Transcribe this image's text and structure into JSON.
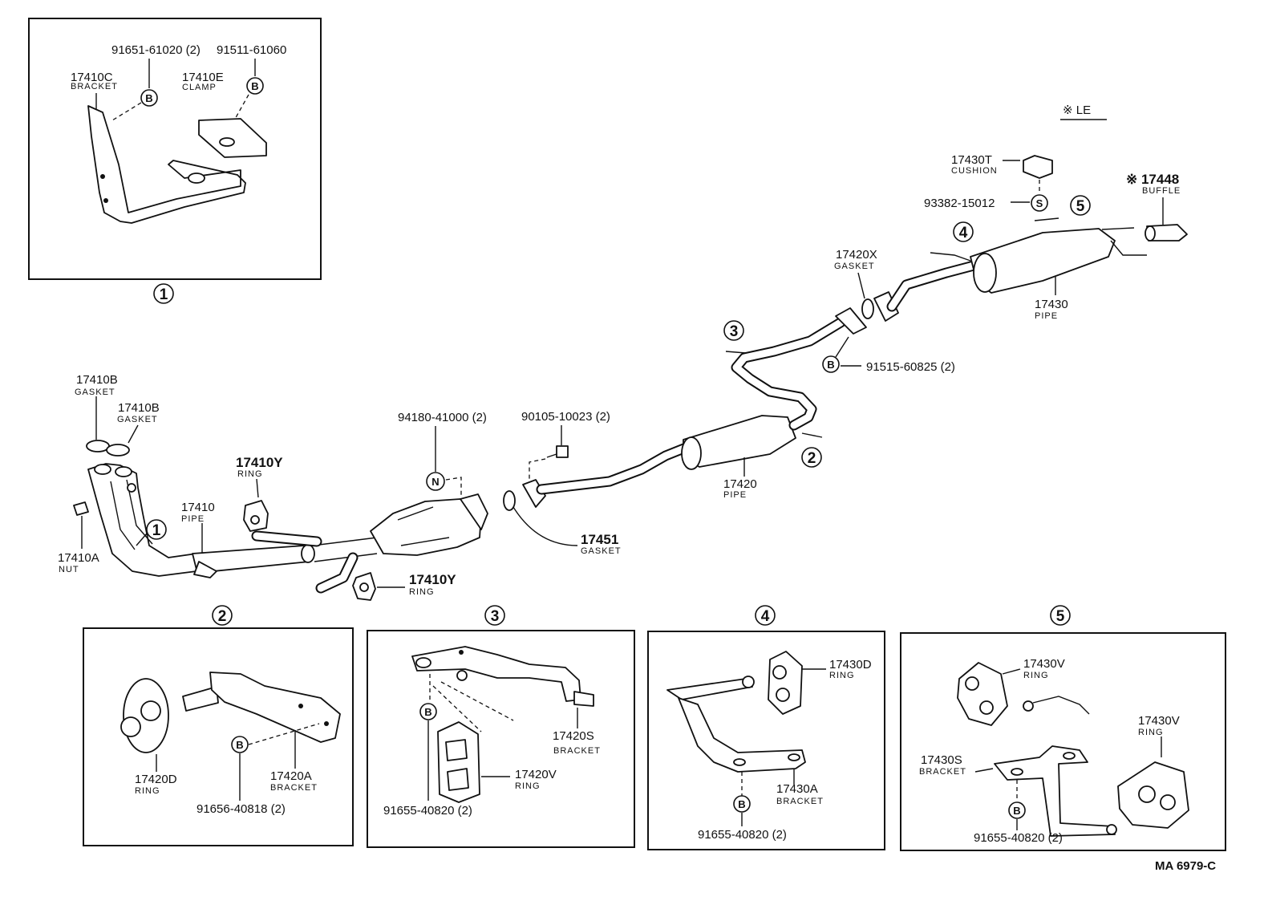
{
  "corner_label": "※ LE",
  "drawing_code": "MA  6979-C",
  "bolt_symbol": "B",
  "stud_symbol": "S",
  "nut_symbol": "N",
  "index": {
    "i1": "1",
    "i2": "2",
    "i3": "3",
    "i4": "4",
    "i5": "5"
  },
  "detail1": {
    "bolt_a": "91651-61020 (2)",
    "bolt_b": "91511-61060",
    "bracket_no": "17410C",
    "bracket_name": "BRACKET",
    "clamp_no": "17410E",
    "clamp_name": "CLAMP"
  },
  "main": {
    "gasket1_no": "17410B",
    "gasket1_name": "GASKET",
    "gasket2_no": "17410B",
    "gasket2_name": "GASKET",
    "ring_top_no": "17410Y",
    "ring_top_name": "RING",
    "pipe1_no": "17410",
    "pipe1_name": "PIPE",
    "nut_no": "17410A",
    "nut_name": "NUT",
    "ring_bottom_no": "17410Y",
    "ring_bottom_name": "RING",
    "nut_part": "94180-41000 (2)",
    "bolt_part": "90105-10023 (2)",
    "gasket3_no": "17451",
    "gasket3_name": "GASKET",
    "pipe2_no": "17420",
    "pipe2_name": "PIPE",
    "bolt_flange": "91515-60825 (2)",
    "gasket4_no": "17420X",
    "gasket4_name": "GASKET",
    "pipe3_no": "17430",
    "pipe3_name": "PIPE",
    "cushion_no": "17430T",
    "cushion_name": "CUSHION",
    "stud_part": "93382-15012",
    "buffle_no": "※ 17448",
    "buffle_name": "BUFFLE"
  },
  "detail2": {
    "ring_no": "17420D",
    "ring_name": "RING",
    "bracket_no": "17420A",
    "bracket_name": "BRACKET",
    "bolt": "91656-40818 (2)"
  },
  "detail3": {
    "bracket_no": "17420S",
    "bracket_name": "BRACKET",
    "ring_no": "17420V",
    "ring_name": "RING",
    "bolt": "91655-40820 (2)"
  },
  "detail4": {
    "ring_no": "17430D",
    "ring_name": "RING",
    "bracket_no": "17430A",
    "bracket_name": "BRACKET",
    "bolt": "91655-40820 (2)"
  },
  "detail5": {
    "ring1_no": "17430V",
    "ring1_name": "RING",
    "ring2_no": "17430V",
    "ring2_name": "RING",
    "bracket_no": "17430S",
    "bracket_name": "BRACKET",
    "bolt": "91655-40820 (2)"
  }
}
